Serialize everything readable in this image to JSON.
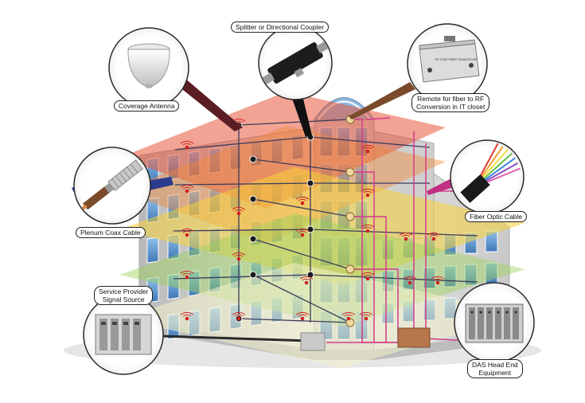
{
  "labels": {
    "coverage_antenna": "Coverage Antenna",
    "splitter": "Splitter or Directional Coupler",
    "remote_line1": "Remote for fiber to RF",
    "remote_line2": "Conversion in IT closet",
    "plenum_coax": "Plenum Coax Cable",
    "fiber_optic": "Fiber Optic Cable",
    "service_provider_line1": "Service Provider",
    "service_provider_line2": "Signal Source",
    "das_line1": "DAS Head End",
    "das_line2": "Equipment"
  },
  "device_text": {
    "remote_title": "RF OVER FIBER TRANSCEIVER"
  },
  "colors": {
    "floor_top": "#e8583a",
    "floor_2": "#f08a3c",
    "floor_3": "#f5d23a",
    "floor_4": "#9bd35a",
    "fiber": "#d23c8c",
    "coax": "#2a3a8c",
    "wall": "#dcdcdc",
    "glass": "#6fa7d8"
  },
  "icons": [
    "coverage-antenna-icon",
    "splitter-icon",
    "remote-unit-icon",
    "coax-cable-icon",
    "fiber-optic-cable-icon",
    "server-rack-icon",
    "das-headend-icon",
    "signal-waves-icon"
  ]
}
